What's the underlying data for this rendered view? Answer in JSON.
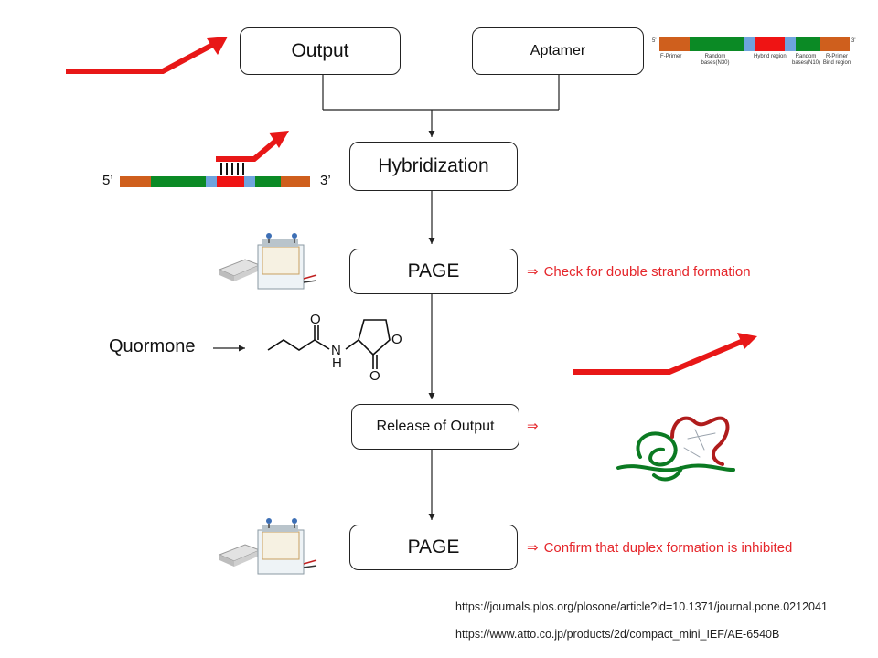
{
  "boxes": {
    "output": "Output",
    "aptamer": "Aptamer",
    "hybridization": "Hybridization",
    "page_1": "PAGE",
    "release": "Release of Output",
    "page_2": "PAGE"
  },
  "notes": {
    "arrow_symbol": "⇒",
    "note_1": "Check for double strand formation",
    "note_2": "",
    "note_3": "Confirm that duplex formation is inhibited"
  },
  "quormone_label": "Quormone",
  "strand_labels": {
    "five_prime": "5’",
    "three_prime": "3’"
  },
  "aptamer_legend": {
    "five_prime": "5'",
    "three_prime": "3'",
    "f_primer": "F-Primer",
    "random_1": "Random bases(N30)",
    "hybrid": "Hybrid region",
    "random_2": "Random bases(N10)",
    "r_primer": "R-Primer Bind region"
  },
  "molecule_atoms": {
    "o1": "O",
    "nh": "N",
    "h": "H",
    "o2": "O",
    "o3": "O"
  },
  "references": [
    "https://journals.plos.org/plosone/article?id=10.1371/journal.pone.0212041",
    "https://www.atto.co.jp/products/2d/compact_mini_IEF/AE-6540B"
  ],
  "colors": {
    "primer": "#cf5f1d",
    "random": "#0b8a25",
    "linker": "#6fa4dd",
    "hybrid": "#ef1414",
    "arrow": "#e81717",
    "note": "#e5262b"
  },
  "icons": [
    "red-output-arrow-icon",
    "electrophoresis-apparatus-icon",
    "folded-aptamer-icon",
    "quormone-molecule-icon"
  ]
}
